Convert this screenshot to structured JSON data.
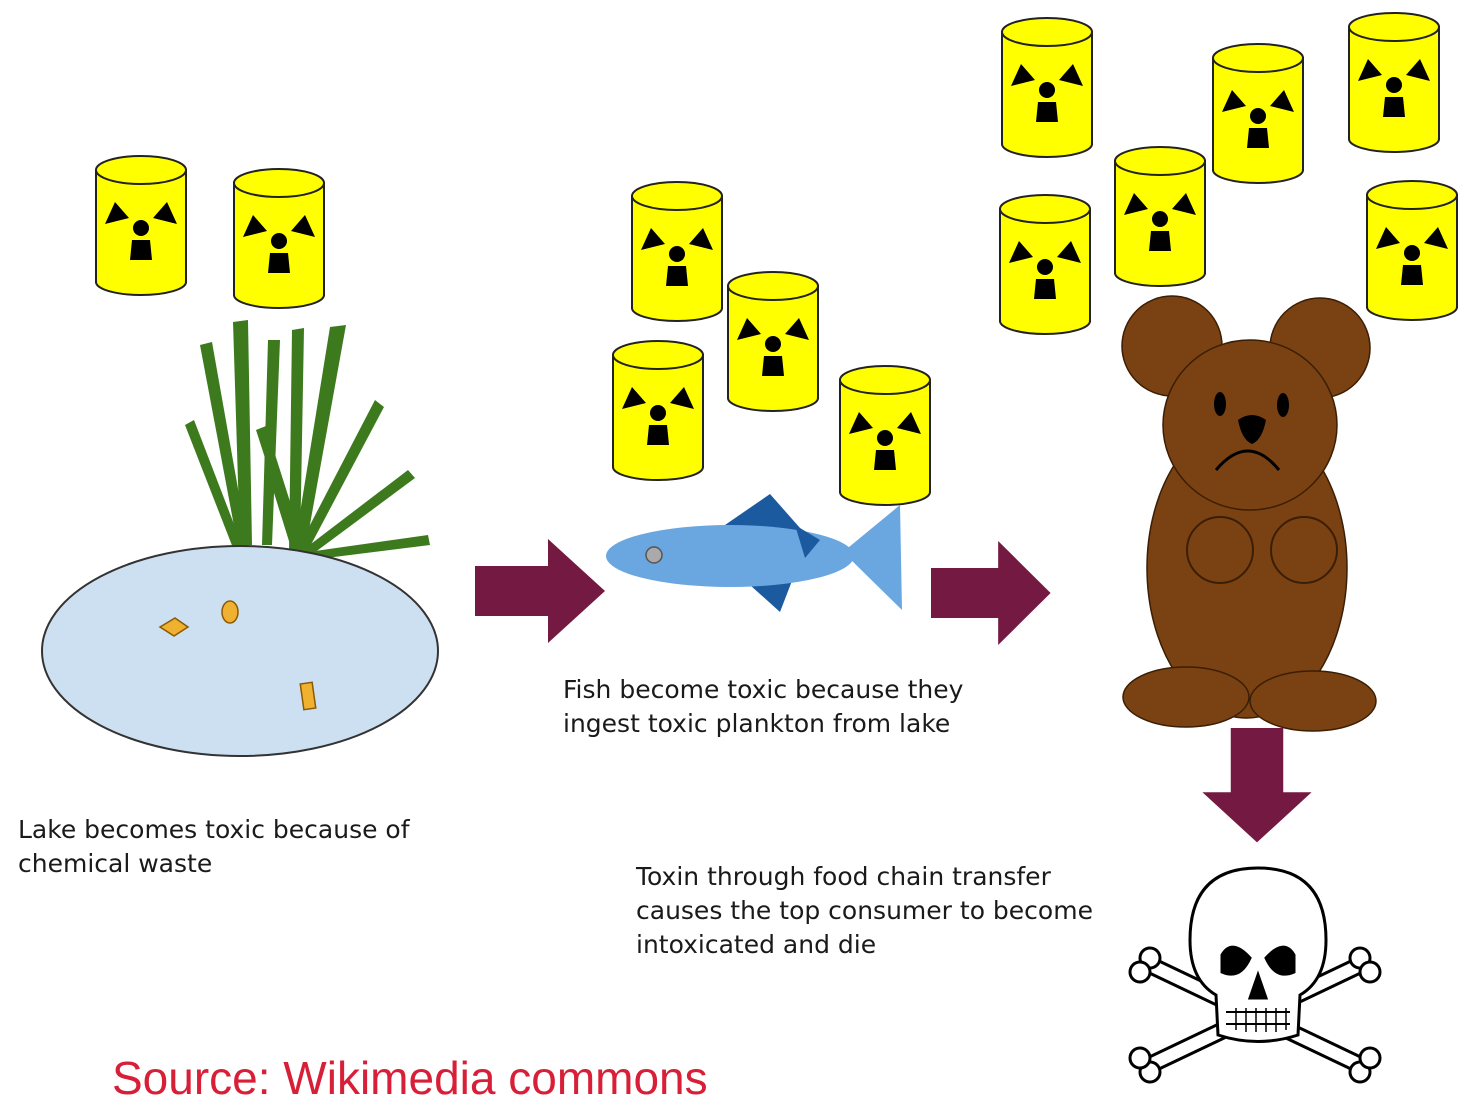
{
  "captions": {
    "lake": {
      "line1": "Lake becomes toxic because of",
      "line2": "chemical waste"
    },
    "fish": {
      "line1": "Fish become toxic because they",
      "line2": "ingest toxic plankton from lake"
    },
    "consumer": {
      "line1": "Toxin through food chain transfer",
      "line2": "causes the top consumer to become",
      "line3": "intoxicated and die"
    }
  },
  "source": "Source: Wikimedia commons",
  "icons": {
    "barrel": "radioactive-barrel-icon",
    "arrow": "arrow-icon",
    "skull": "skull-and-crossbones-icon"
  },
  "colors": {
    "barrel_fill": "#ffff00",
    "arrow": "#741a42",
    "lake": "#cde0f2",
    "reed": "#3d7a1e",
    "fish_body": "#6aa6e0",
    "fish_fin_dark": "#1c5aa0",
    "bear": "#7a4212",
    "source_text": "#d81f38"
  }
}
